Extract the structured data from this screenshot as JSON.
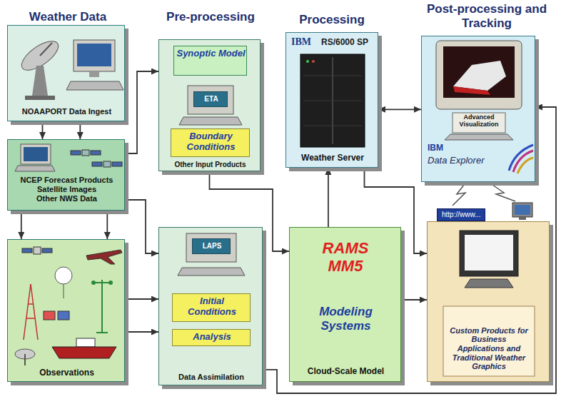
{
  "diagram": {
    "nodes": [
      {
        "text": [
          "NOAAPORT Data Ingest"
        ]
      },
      {
        "text": [
          "NCEP Forecast Products",
          "Satellite Images",
          "Other NWS Data"
        ]
      },
      {
        "text": [
          "Observations"
        ]
      },
      {
        "text": [
          "Other Input Products"
        ]
      },
      {
        "text": [
          "Synoptic Model"
        ],
        "in": 3
      },
      {
        "text": [
          "ETA"
        ],
        "in": 3
      },
      {
        "text": [
          "Boundary Conditions"
        ],
        "in": 3
      },
      {
        "text": [
          "Data Assimilation"
        ]
      },
      {
        "text": [
          "LAPS"
        ],
        "in": 7
      },
      {
        "text": [
          "Initial Conditions"
        ],
        "in": 7
      },
      {
        "text": [
          "Analysis"
        ],
        "in": 7
      },
      {
        "text": [
          "IBM",
          "RS/6000 SP",
          "Weather Server"
        ]
      },
      {
        "text": [
          "RAMS MM5",
          "Modeling Systems",
          "Cloud-Scale Model"
        ]
      },
      {
        "text": [
          "Advanced Visualization",
          "IBM",
          "Data Explorer"
        ]
      },
      {
        "text": [
          "Custom Products for Business Applications and Traditional Weather Graphics"
        ]
      }
    ],
    "edges": [
      {
        "from": 0,
        "to": 1,
        "arrow": "to"
      },
      {
        "from": 0,
        "to": 1,
        "arrow": "to"
      },
      {
        "from": 1,
        "to": 2,
        "arrow": "to"
      },
      {
        "from": 1,
        "to": 2,
        "arrow": "to"
      },
      {
        "from": 1,
        "to": 3,
        "arrow": "to"
      },
      {
        "from": 1,
        "to": 7,
        "arrow": "to"
      },
      {
        "from": 2,
        "to": 7,
        "arrow": "to"
      },
      {
        "from": 2,
        "to": 7,
        "arrow": "to"
      },
      {
        "from": 3,
        "to": 12,
        "arrow": "to"
      },
      {
        "from": 12,
        "to": 11,
        "arrow": "to"
      },
      {
        "from": 11,
        "to": 14,
        "arrow": "to"
      },
      {
        "from": 11,
        "to": 13,
        "arrow": "both"
      },
      {
        "from": 12,
        "to": 14,
        "arrow": "to"
      },
      {
        "from": 7,
        "to": 13,
        "arrow": "to"
      }
    ],
    "labels": [
      "Weather Data",
      "Pre-processing",
      "Processing",
      "Post-processing and Tracking",
      "http://www..."
    ]
  }
}
